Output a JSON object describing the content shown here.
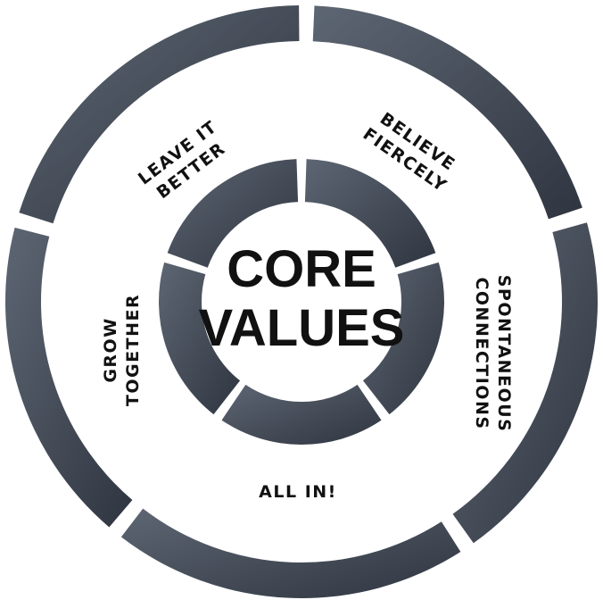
{
  "center": {
    "title_line1": "CORE",
    "title_line2": "VALUES"
  },
  "values": [
    {
      "line1": "LEAVE IT",
      "line2": "BETTER"
    },
    {
      "line1": "BELIEVE",
      "line2": "FIERCELY"
    },
    {
      "line1": "SPONTANEOUS",
      "line2": "CONNECTIONS"
    },
    {
      "line1": "ALL IN!",
      "line2": ""
    },
    {
      "line1": "GROW",
      "line2": "TOGETHER"
    }
  ],
  "colors": {
    "segment_dark": "#3d4450",
    "segment_light": "#5d6673",
    "text": "#111111",
    "background": "#ffffff"
  }
}
